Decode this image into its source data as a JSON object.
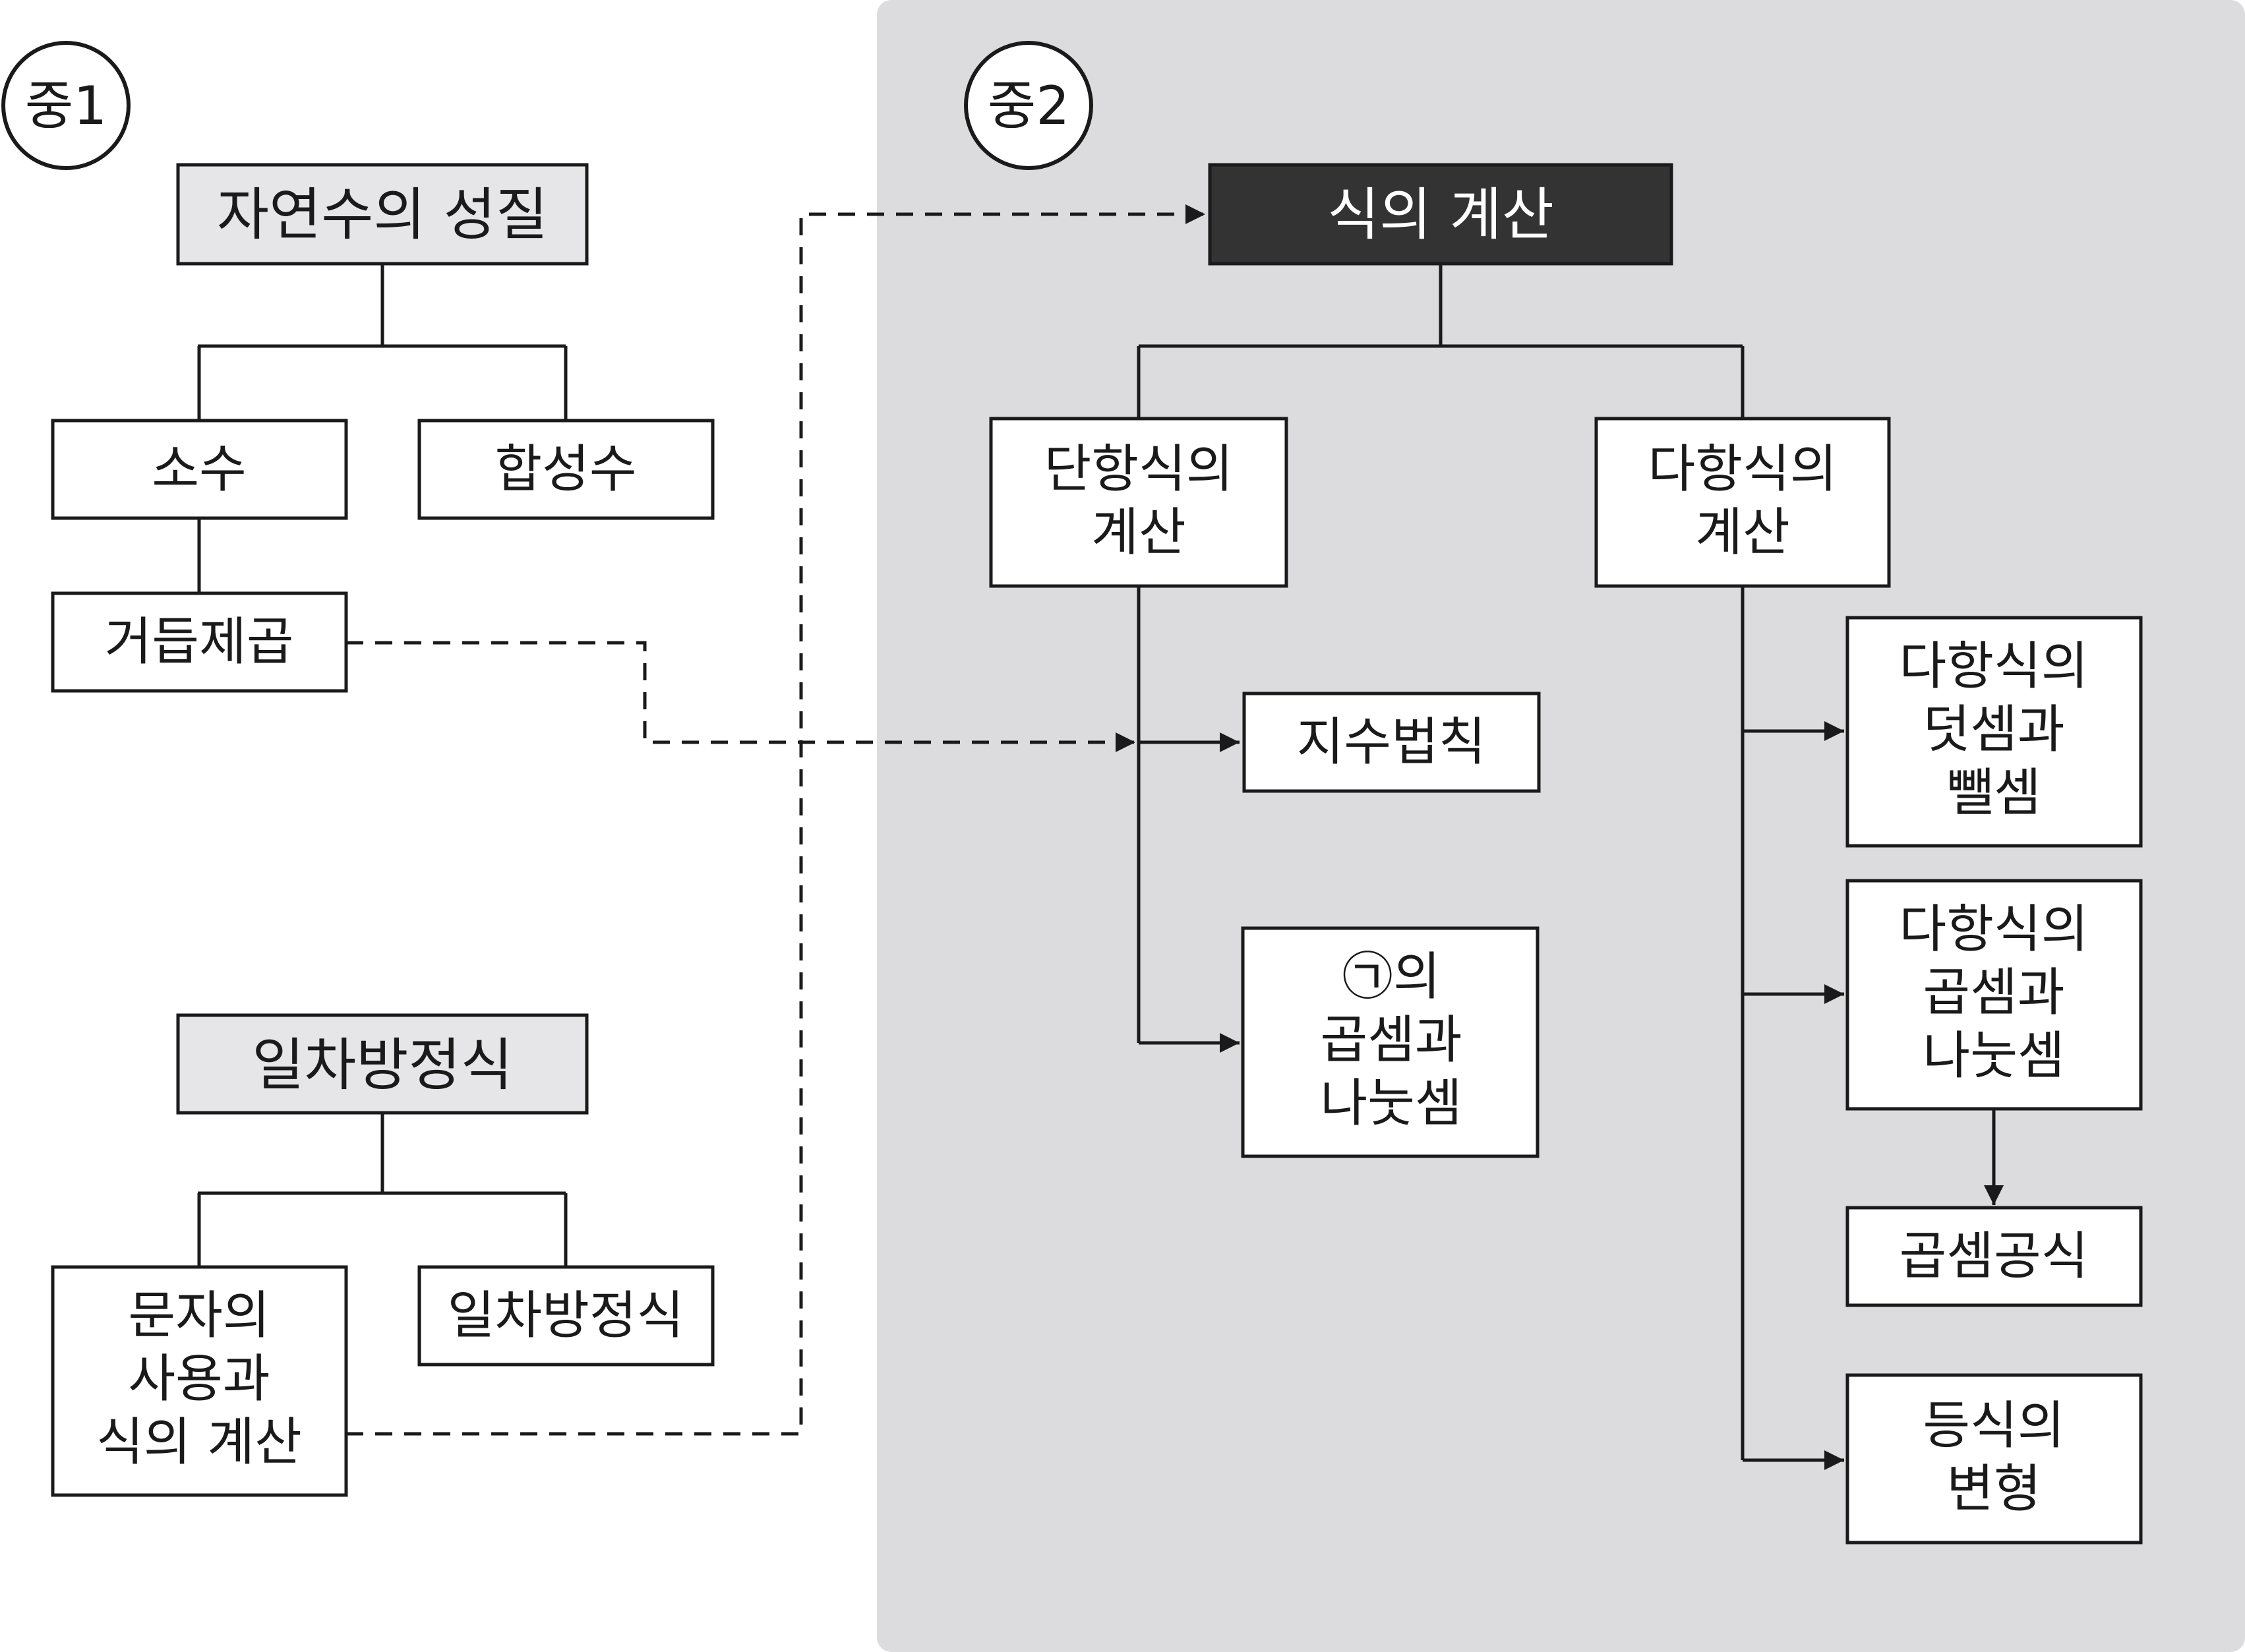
{
  "grade1": {
    "badge": "중1",
    "natural_numbers": {
      "title": "자연수의 성질",
      "prime": "소수",
      "composite": "합성수",
      "powers": "거듭제곱"
    },
    "linear_equation": {
      "title": "일차방정식",
      "letters_lines": [
        "문자의",
        "사용과",
        "식의 계산"
      ],
      "linear_eq": "일차방정식"
    }
  },
  "grade2": {
    "badge": "중2",
    "title": "식의 계산",
    "monomial": {
      "label_lines": [
        "단항식의",
        "계산"
      ],
      "exponent_laws": "지수법칙",
      "mul_div_lines": [
        "㉠의",
        "곱셈과",
        "나눗셈"
      ]
    },
    "polynomial": {
      "label_lines": [
        "다항식의",
        "계산"
      ],
      "add_sub_lines": [
        "다항식의",
        "덧셈과",
        "뺄셈"
      ],
      "mul_div_lines": [
        "다항식의",
        "곱셈과",
        "나눗셈"
      ],
      "mul_formula": "곱셈공식",
      "transform_lines": [
        "등식의",
        "변형"
      ]
    }
  },
  "colors": {
    "panel_bg": "#dcdcde",
    "title_box_bg": "#e6e6e8",
    "dark_box_bg": "#333333",
    "line": "#1a1a1a"
  }
}
